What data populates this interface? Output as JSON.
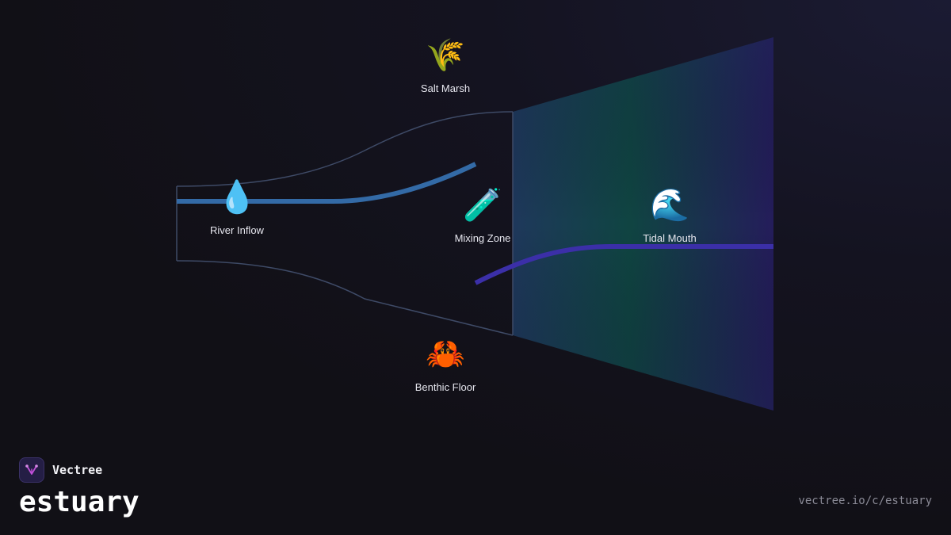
{
  "diagram": {
    "nodes": [
      {
        "id": "salt_marsh",
        "icon": "sheaf-of-rice-icon",
        "glyph": "🌾",
        "label": "Salt Marsh"
      },
      {
        "id": "river_inflow",
        "icon": "droplet-icon",
        "glyph": "💧",
        "label": "River Inflow"
      },
      {
        "id": "mixing_zone",
        "icon": "test-tube-icon",
        "glyph": "🧪",
        "label": "Mixing Zone"
      },
      {
        "id": "tidal_mouth",
        "icon": "water-wave-icon",
        "glyph": "🌊",
        "label": "Tidal Mouth"
      },
      {
        "id": "benthic_floor",
        "icon": "crab-icon",
        "glyph": "🦀",
        "label": "Benthic Floor"
      }
    ],
    "colors": {
      "river_stream": "#336aa6",
      "tidal_stream": "#3b2fa8",
      "outline": "#3e4a66",
      "mouth_gradient": [
        "#1e3a5f",
        "#0e4a45",
        "#241e5a"
      ]
    }
  },
  "brand": {
    "name": "Vectree",
    "logo": "vectree-logo-icon",
    "accent": "#c04fd8"
  },
  "page": {
    "title": "estuary",
    "url": "vectree.io/c/estuary"
  }
}
